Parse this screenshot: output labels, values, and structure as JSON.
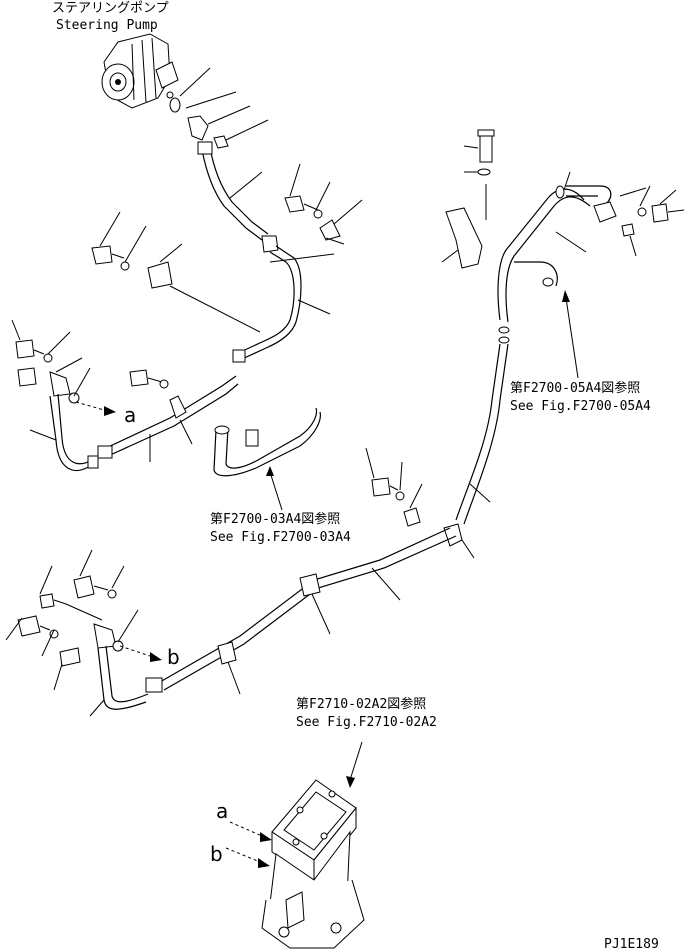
{
  "labels": {
    "steering_pump_jp": "ステアリングポンプ",
    "steering_pump_en": "Steering Pump",
    "ref1_jp": "第F2700-05A4図参照",
    "ref1_en": "See Fig.F2700-05A4",
    "ref2_jp": "第F2700-03A4図参照",
    "ref2_en": "See Fig.F2700-03A4",
    "ref3_jp": "第F2710-02A2図参照",
    "ref3_en": "See Fig.F2710-02A2",
    "marker_a_top": "a",
    "marker_b_mid": "b",
    "marker_a_bottom": "a",
    "marker_b_bottom": "b",
    "drawing_code": "PJ1E189"
  }
}
